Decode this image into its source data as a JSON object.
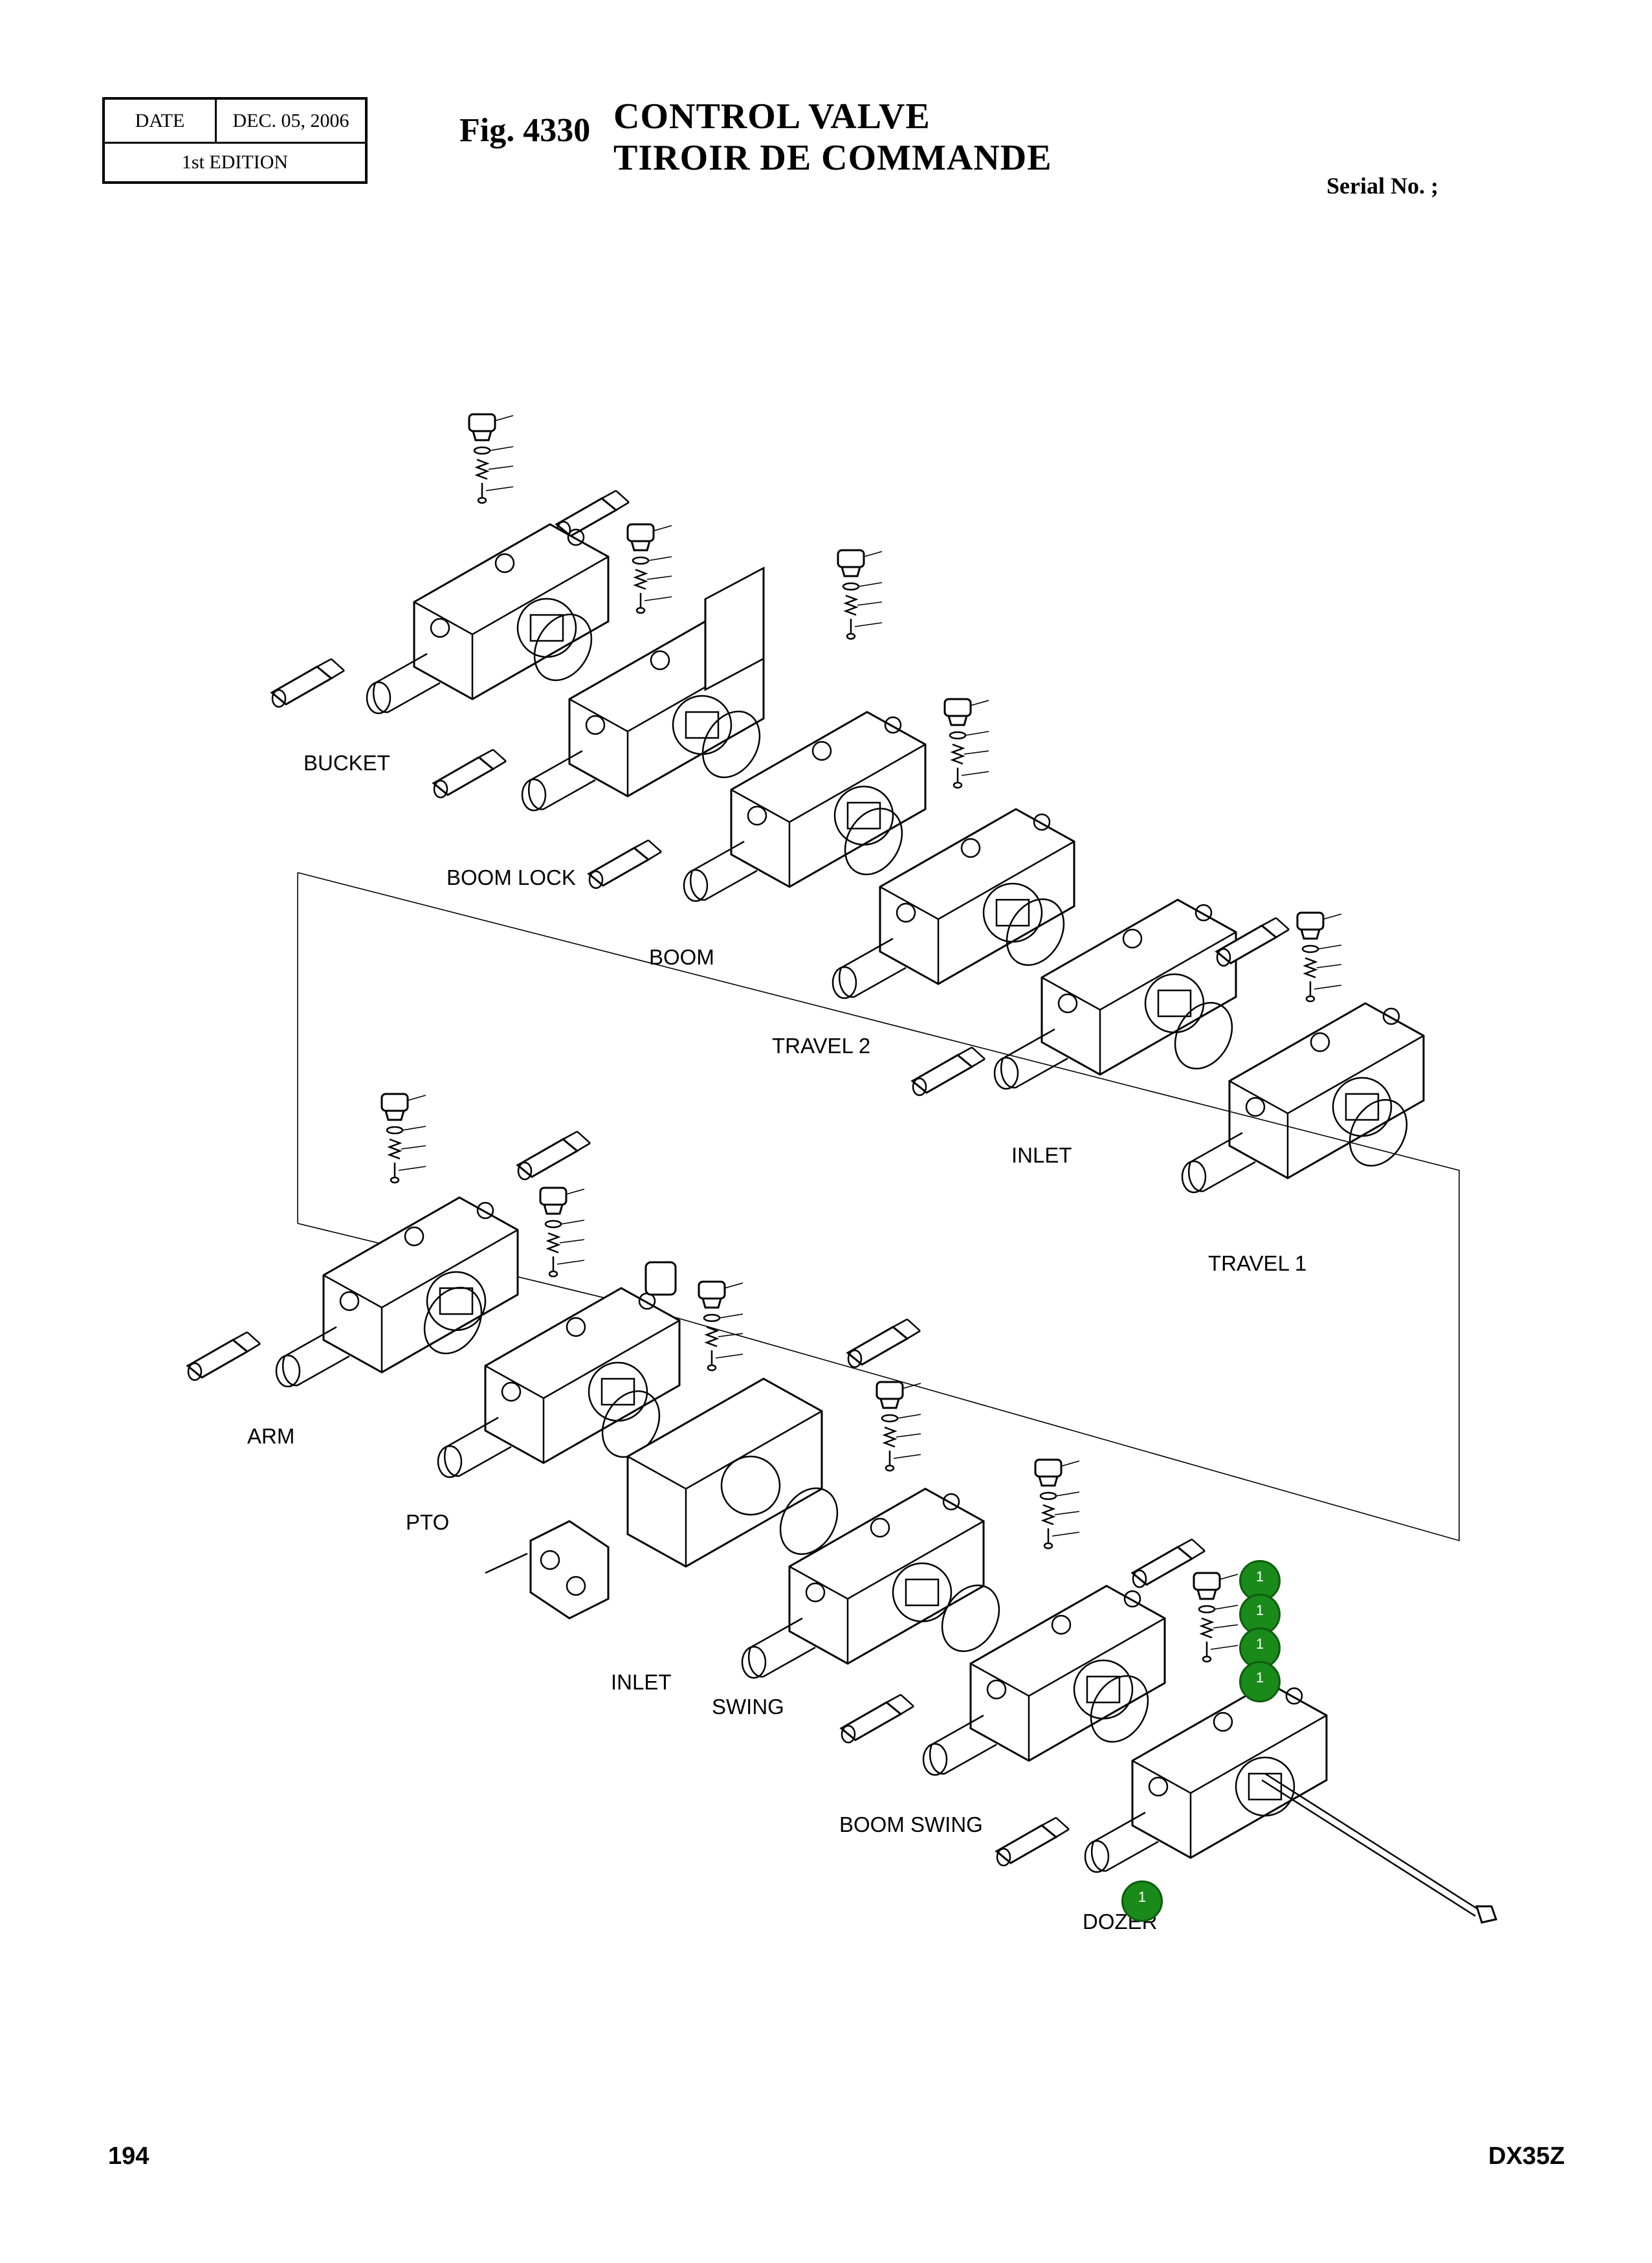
{
  "header": {
    "date_label": "DATE",
    "date_value": "DEC. 05, 2006",
    "edition": "1st EDITION",
    "fig_number": "Fig. 4330",
    "title_en": "CONTROL  VALVE",
    "title_fr": "TIROIR  DE  COMMANDE",
    "serial": "Serial No. ;"
  },
  "labels": {
    "bucket": "BUCKET",
    "boom_lock": "BOOM LOCK",
    "boom": "BOOM",
    "travel2": "TRAVEL 2",
    "inlet_top": "INLET",
    "travel1": "TRAVEL 1",
    "arm": "ARM",
    "pto": "PTO",
    "inlet_bottom": "INLET",
    "swing": "SWING",
    "boom_swing": "BOOM SWING",
    "dozer": "DOZER"
  },
  "callouts": [
    "1",
    "1",
    "1",
    "1",
    "1"
  ],
  "footer": {
    "page_number": "194",
    "model": "DX35Z"
  },
  "colors": {
    "callout_fill": "#1a8a1a",
    "line": "#000000"
  }
}
